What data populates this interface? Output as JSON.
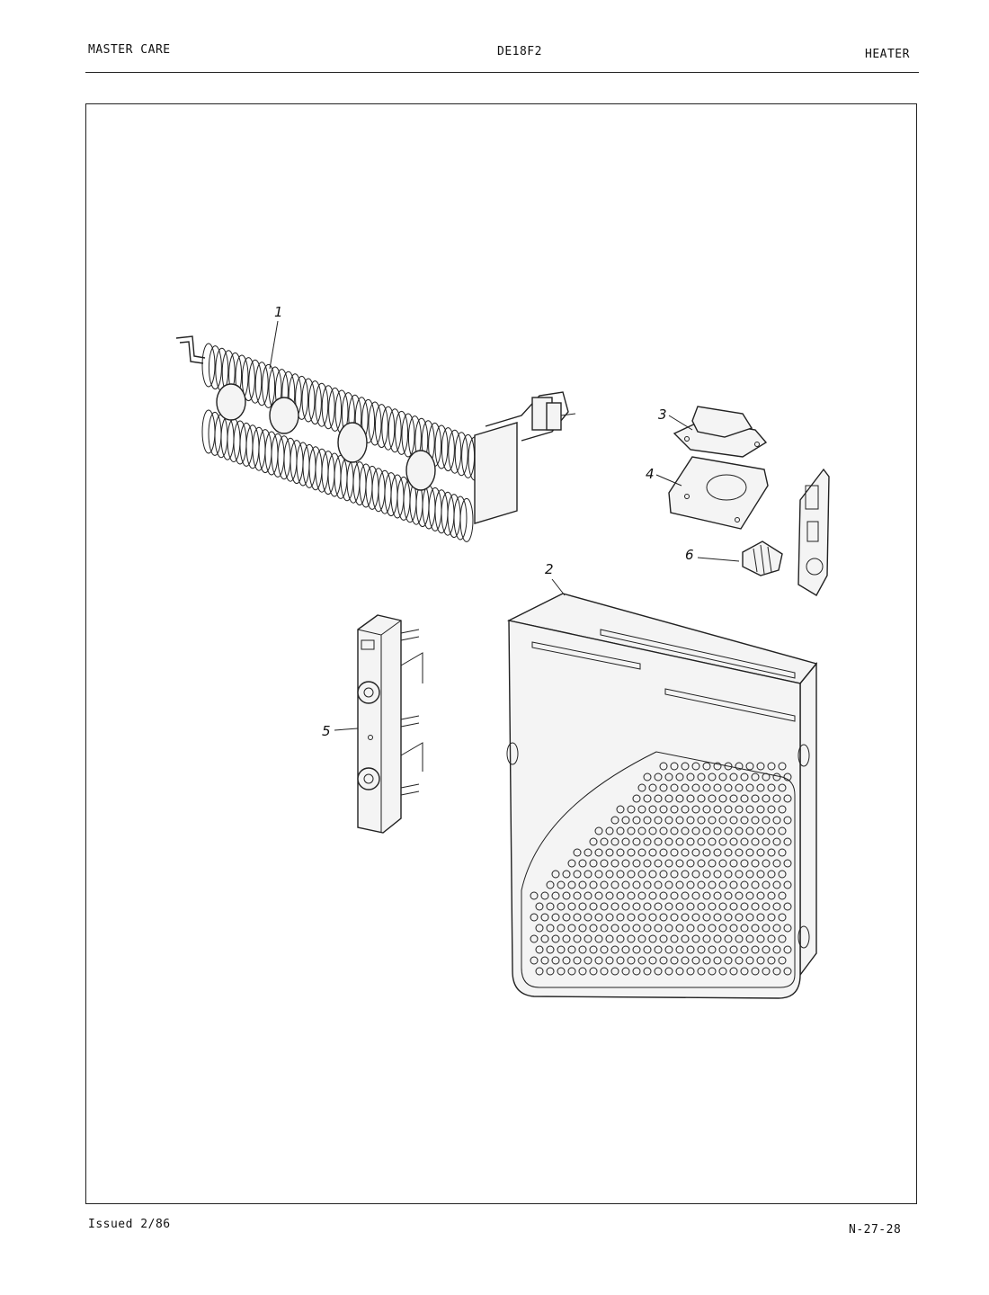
{
  "header": {
    "brand": "MASTER CARE",
    "model": "DE18F2",
    "section": "HEATER"
  },
  "footer": {
    "issued": "Issued 2/86",
    "page_code": "N-27-28"
  },
  "diagram": {
    "callouts": [
      {
        "id": "1",
        "label": "1",
        "part": "heater-element-coil-assembly"
      },
      {
        "id": "2",
        "label": "2",
        "part": "heater-housing-box"
      },
      {
        "id": "3",
        "label": "3",
        "part": "thermostat"
      },
      {
        "id": "4",
        "label": "4",
        "part": "thermostat-bracket"
      },
      {
        "id": "5",
        "label": "5",
        "part": "terminal-block"
      },
      {
        "id": "6",
        "label": "6",
        "part": "thermal-fuse"
      }
    ]
  }
}
